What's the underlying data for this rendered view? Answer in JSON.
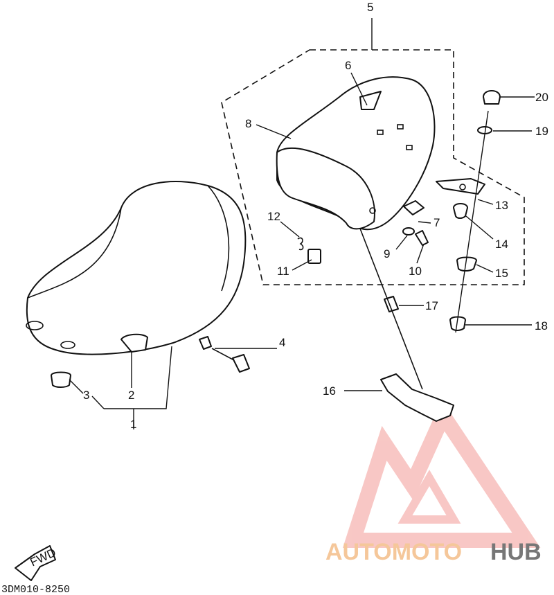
{
  "diagram": {
    "callouts": [
      {
        "id": "1",
        "label": "1"
      },
      {
        "id": "2",
        "label": "2"
      },
      {
        "id": "3",
        "label": "3"
      },
      {
        "id": "4",
        "label": "4"
      },
      {
        "id": "5",
        "label": "5"
      },
      {
        "id": "6",
        "label": "6"
      },
      {
        "id": "7",
        "label": "7"
      },
      {
        "id": "8",
        "label": "8"
      },
      {
        "id": "9",
        "label": "9"
      },
      {
        "id": "10",
        "label": "10"
      },
      {
        "id": "11",
        "label": "11"
      },
      {
        "id": "12",
        "label": "12"
      },
      {
        "id": "13",
        "label": "13"
      },
      {
        "id": "14",
        "label": "14"
      },
      {
        "id": "15",
        "label": "15"
      },
      {
        "id": "16",
        "label": "16"
      },
      {
        "id": "17",
        "label": "17"
      },
      {
        "id": "18",
        "label": "18"
      },
      {
        "id": "19",
        "label": "19"
      },
      {
        "id": "20",
        "label": "20"
      }
    ],
    "fwd_label": "FWD",
    "drawing_code": "3DM010-8250"
  },
  "watermark": {
    "part1": "AUTOMOTO",
    "part2": "HUB",
    "color_logo": "#f39a96",
    "color_text_accent": "#f5c79a",
    "color_text_dark": "#777777"
  }
}
